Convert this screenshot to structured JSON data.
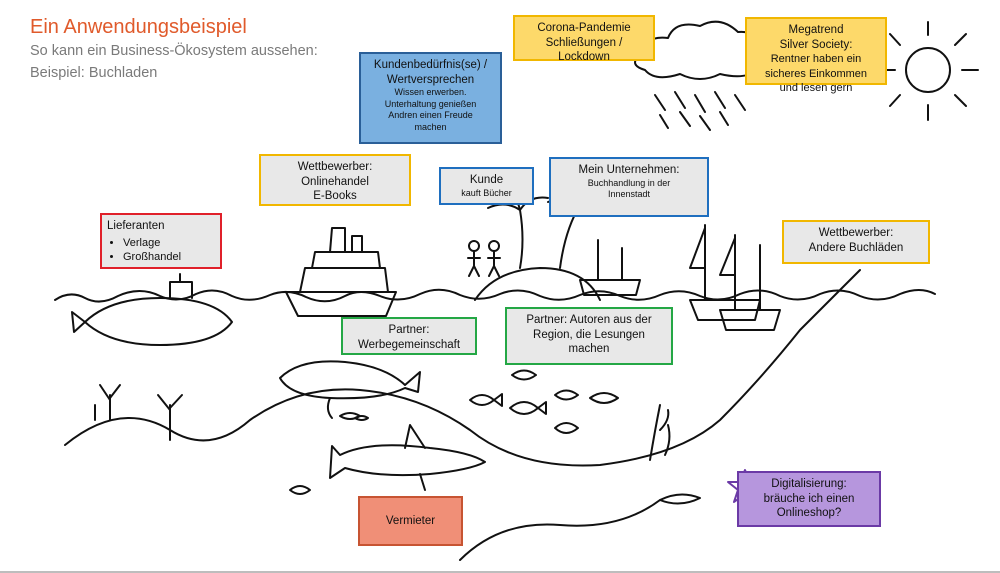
{
  "title": "Ein Anwendungsbeispiel",
  "subtitle_1": "So kann ein Business-Ökosystem aussehen:",
  "subtitle_2": "Beispiel: Buchladen",
  "boxes": {
    "corona": {
      "line1": "Corona-Pandemie",
      "line2": "Schließungen /",
      "line3": "Lockdown"
    },
    "megatrend": {
      "line1": "Megatrend",
      "line2": "Silver Society:",
      "line3": "Rentner haben ein",
      "line4": "sicheres Einkommen",
      "line5": "und lesen gern"
    },
    "kundenbeduerfnis": {
      "line1": "Kundenbedürfnis(se) /",
      "line2": "Wertversprechen",
      "line3": "Wissen erwerben.",
      "line4": "Unterhaltung genießen",
      "line5": "Andren einen Freude",
      "line6": "machen"
    },
    "wettbewerber_online": {
      "line1": "Wettbewerber:",
      "line2": "Onlinehandel",
      "line3": "E-Books"
    },
    "kunde": {
      "line1": "Kunde",
      "line2": "kauft Bücher"
    },
    "unternehmen": {
      "line1": "Mein Unternehmen:",
      "line2": "Buchhandlung in der",
      "line3": "Innenstadt"
    },
    "lieferanten": {
      "line1": "Lieferanten",
      "items": [
        "Verlage",
        "Großhandel"
      ]
    },
    "wettbewerber_andere": {
      "line1": "Wettbewerber:",
      "line2": "Andere Buchläden"
    },
    "partner_werbe": {
      "line1": "Partner:",
      "line2": "Werbegemeinschaft"
    },
    "partner_autoren": {
      "line1": "Partner: Autoren aus der",
      "line2": "Region, die Lesungen",
      "line3": "machen"
    },
    "vermieter": {
      "line1": "Vermieter"
    },
    "digital": {
      "line1": "Digitalisierung:",
      "line2": "bräuche ich einen",
      "line3": "Onlineshop?"
    }
  },
  "colors": {
    "title": "#e05a2b",
    "yellow": "#fdd96a",
    "blue": "#7ab0e0",
    "salmon": "#f08f77",
    "purple": "#b696dd"
  }
}
